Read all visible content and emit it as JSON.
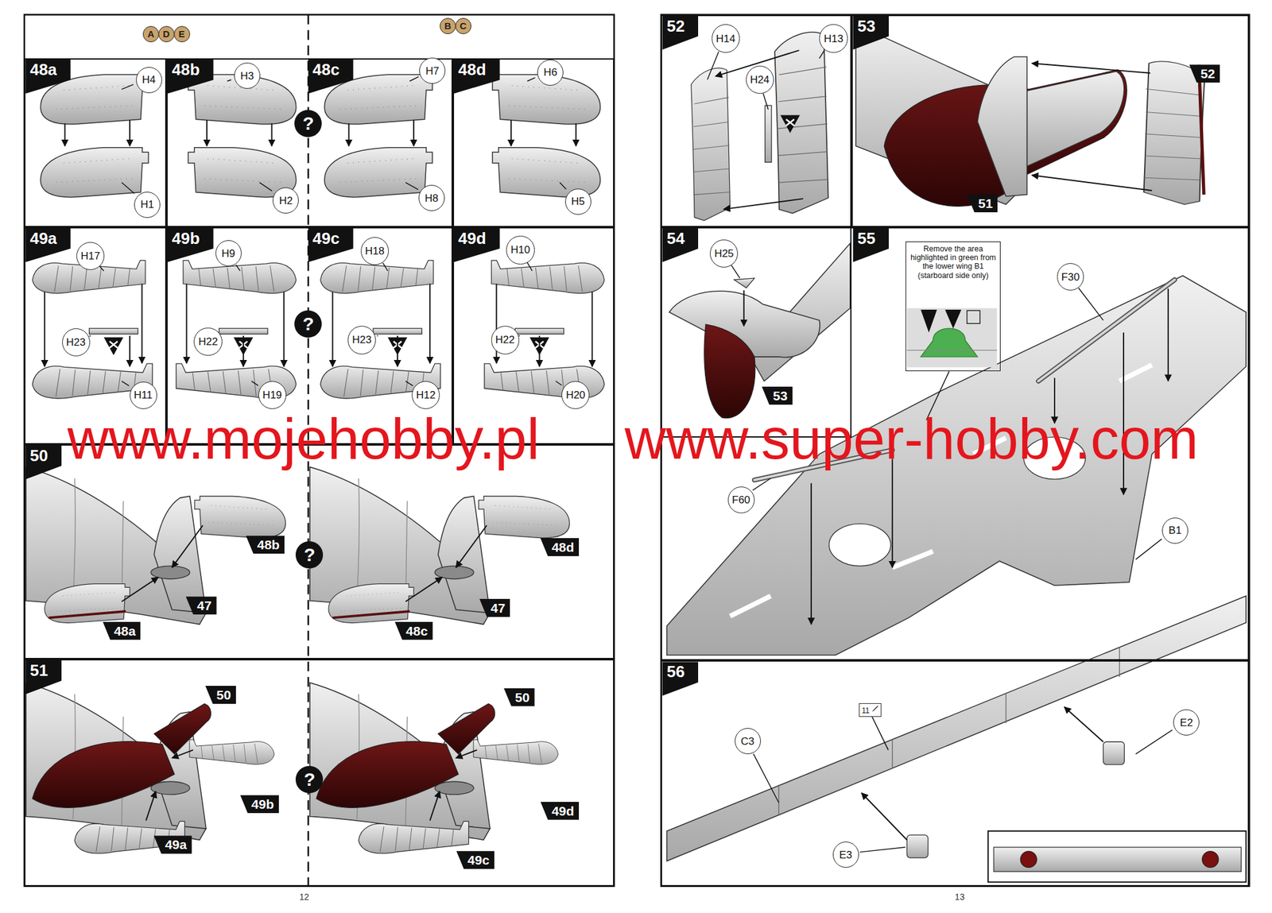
{
  "diagram": {
    "nodes": [
      {
        "text": [
          "A"
        ]
      },
      {
        "text": [
          "D"
        ]
      },
      {
        "text": [
          "E"
        ]
      },
      {
        "text": [
          "B"
        ]
      },
      {
        "text": [
          "C"
        ]
      },
      {
        "text": [
          "48a"
        ]
      },
      {
        "text": [
          "H4"
        ],
        "in": 5
      },
      {
        "text": [
          "H1"
        ],
        "in": 5
      },
      {
        "text": [
          "48b"
        ]
      },
      {
        "text": [
          "H3"
        ],
        "in": 8
      },
      {
        "text": [
          "H2"
        ],
        "in": 8
      },
      {
        "text": [
          "?"
        ]
      },
      {
        "text": [
          "48c"
        ]
      },
      {
        "text": [
          "H7"
        ],
        "in": 12
      },
      {
        "text": [
          "H8"
        ],
        "in": 12
      },
      {
        "text": [
          "48d"
        ]
      },
      {
        "text": [
          "H6"
        ],
        "in": 15
      },
      {
        "text": [
          "H5"
        ],
        "in": 15
      },
      {
        "text": [
          "49a"
        ]
      },
      {
        "text": [
          "H17"
        ],
        "in": 18
      },
      {
        "text": [
          "H23"
        ],
        "in": 18
      },
      {
        "text": [
          "H11"
        ],
        "in": 18
      },
      {
        "text": [
          "49b"
        ]
      },
      {
        "text": [
          "H9"
        ],
        "in": 22
      },
      {
        "text": [
          "H22"
        ],
        "in": 22
      },
      {
        "text": [
          "H19"
        ],
        "in": 22
      },
      {
        "text": [
          "?"
        ]
      },
      {
        "text": [
          "49c"
        ]
      },
      {
        "text": [
          "H18"
        ],
        "in": 27
      },
      {
        "text": [
          "H23"
        ],
        "in": 27
      },
      {
        "text": [
          "H12"
        ],
        "in": 27
      },
      {
        "text": [
          "49d"
        ]
      },
      {
        "text": [
          "H10"
        ],
        "in": 31
      },
      {
        "text": [
          "H22"
        ],
        "in": 31
      },
      {
        "text": [
          "H20"
        ],
        "in": 31
      },
      {
        "text": [
          "50"
        ]
      },
      {
        "text": [
          "?"
        ],
        "in": 35
      },
      {
        "text": [
          "51"
        ]
      },
      {
        "text": [
          "?"
        ],
        "in": 37
      },
      {
        "text": [
          "52"
        ]
      },
      {
        "text": [
          "H14"
        ],
        "in": 39
      },
      {
        "text": [
          "H13"
        ],
        "in": 39
      },
      {
        "text": [
          "H24"
        ],
        "in": 39
      },
      {
        "text": [
          "53"
        ]
      },
      {
        "text": [
          "54"
        ]
      },
      {
        "text": [
          "H25"
        ],
        "in": 44
      },
      {
        "text": [
          "55"
        ]
      },
      {
        "text": [
          "Remove the area highlighted in green from the lower wing B1 (starboard side only)"
        ],
        "in": 46
      },
      {
        "text": [
          "F30"
        ],
        "in": 46
      },
      {
        "text": [
          "F60"
        ],
        "in": 46
      },
      {
        "text": [
          "B1"
        ],
        "in": 46
      },
      {
        "text": [
          "56"
        ]
      },
      {
        "text": [
          "C3"
        ],
        "in": 51
      },
      {
        "text": [
          "E2"
        ],
        "in": 51
      },
      {
        "text": [
          "E3"
        ],
        "in": 51
      },
      {
        "text": [
          "11"
        ],
        "in": 51
      }
    ],
    "labels": [
      "48b",
      "47",
      "48a",
      "48d",
      "47",
      "48c",
      "50",
      "49b",
      "49a",
      "50",
      "49d",
      "49c",
      "52",
      "51",
      "53",
      "www.mojehobby.pl",
      "www.super-hobby.com",
      "12",
      "13"
    ]
  }
}
